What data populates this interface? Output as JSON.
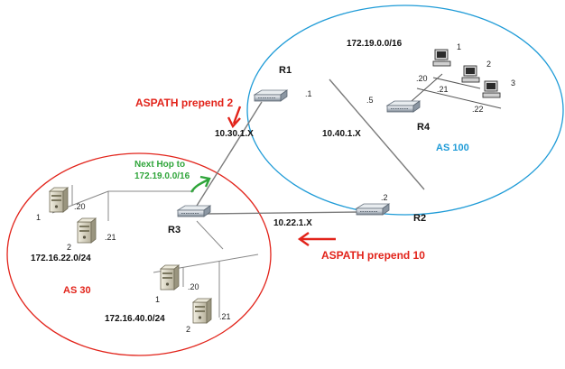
{
  "routers": {
    "r1": "R1",
    "r2": "R2",
    "r3": "R3",
    "r4": "R4"
  },
  "autonomous_systems": {
    "as100": "AS 100",
    "as30": "AS 30"
  },
  "networks": {
    "net_172_19": "172.19.0.0/16",
    "net_172_16_22": "172.16.22.0/24",
    "net_172_16_40": "172.16.40.0/24",
    "link_10_30": "10.30.1.X",
    "link_10_40": "10.40.1.X",
    "link_10_22": "10.22.1.X"
  },
  "interface_labels": {
    "r1_if": ".1",
    "r4_if": ".5",
    "r2_if": ".2",
    "as100_h1_if": ".20",
    "as100_h2_if": ".21",
    "as100_h3_if": ".22",
    "as30a_h1_if": ".20",
    "as30a_h2_if": ".21",
    "as30b_h1_if": ".20",
    "as30b_h2_if": ".21"
  },
  "host_numbers": {
    "as100_h1": "1",
    "as100_h2": "2",
    "as100_h3": "3",
    "as30a_h1": "1",
    "as30a_h2": "2",
    "as30b_h1": "1",
    "as30b_h2": "2"
  },
  "annotations": {
    "aspath_prepend_2": "ASPATH prepend 2",
    "aspath_prepend_10": "ASPATH prepend 10",
    "next_hop_line1": "Next Hop to",
    "next_hop_line2": "172.19.0.0/16"
  },
  "colors": {
    "as100_circle": "#1e9bd7",
    "as30_circle": "#e2231a",
    "prepend_arrow": "#e2231a",
    "next_hop": "#2fa53a"
  }
}
